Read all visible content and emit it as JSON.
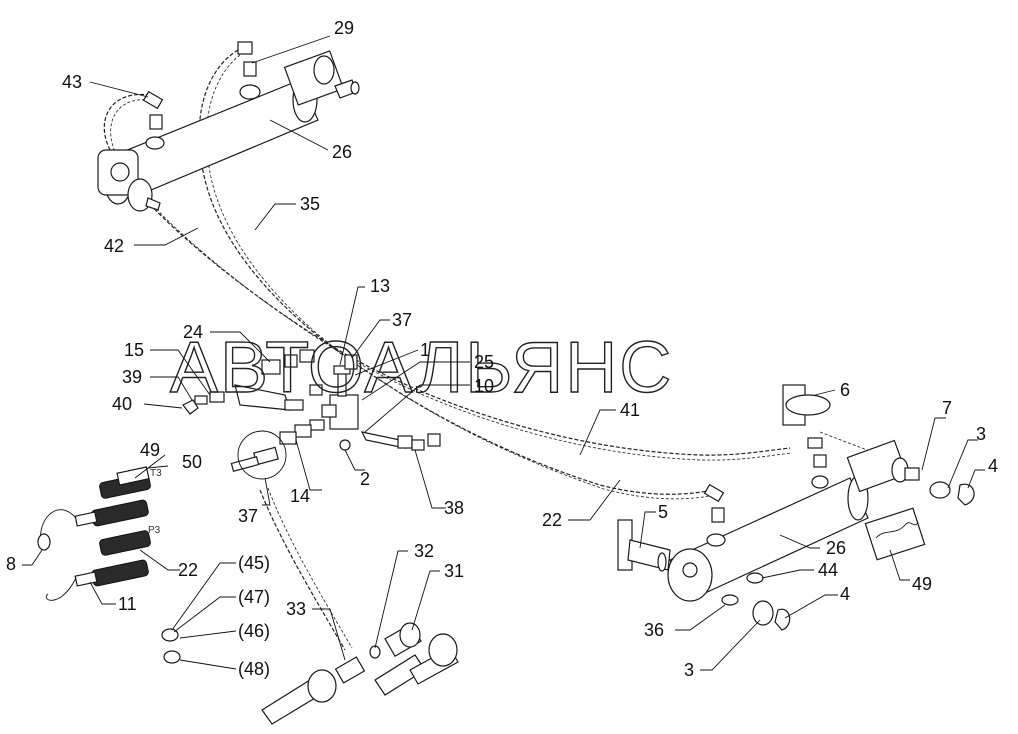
{
  "watermark": "АВТОАЛЬЯНС",
  "port_labels": {
    "t3": "T3",
    "p3": "P3"
  },
  "callouts": {
    "c29": "29",
    "c43": "43",
    "c26a": "26",
    "c35": "35",
    "c42": "42",
    "c13": "13",
    "c37a": "37",
    "c24": "24",
    "c15": "15",
    "c1": "1",
    "c25": "25",
    "c10": "10",
    "c39": "39",
    "c40": "40",
    "c6": "6",
    "c41": "41",
    "c7": "7",
    "c3a": "3",
    "c4a": "4",
    "c49a": "49",
    "c50": "50",
    "c14": "14",
    "c2": "2",
    "c37b": "37",
    "c38": "38",
    "c22a": "22",
    "c5": "5",
    "c26b": "26",
    "c49b": "49",
    "c44": "44",
    "c8": "8",
    "c22b": "22",
    "c11": "11",
    "c45": "(45)",
    "c47": "(47)",
    "c46": "(46)",
    "c48": "(48)",
    "c32": "32",
    "c31": "31",
    "c33": "33",
    "c36": "36",
    "c4b": "4",
    "c3b": "3"
  }
}
